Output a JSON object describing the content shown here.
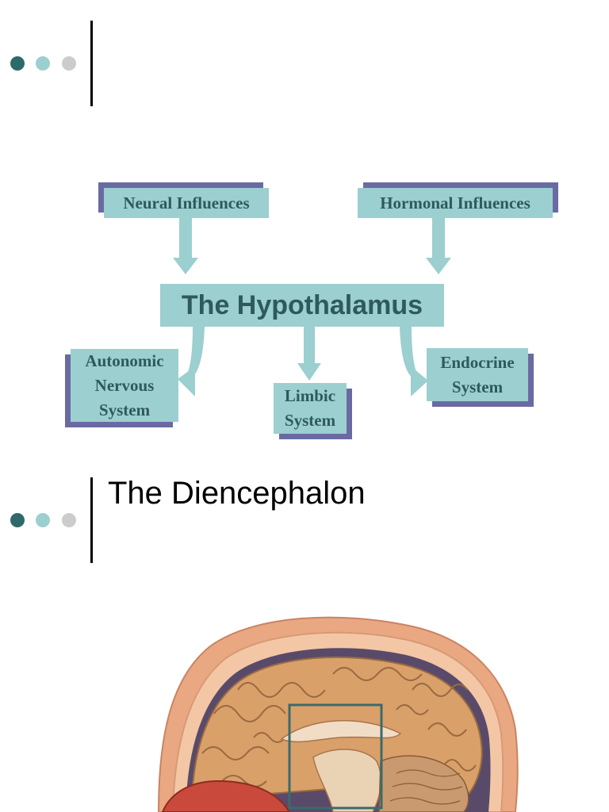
{
  "slide": {
    "title": "The Diencephalon"
  },
  "diagram": {
    "center_label": "The Hypothalamus",
    "inputs": [
      {
        "label": "Neural Influences"
      },
      {
        "label": "Hormonal Influences"
      }
    ],
    "outputs": [
      {
        "label": "Autonomic\nNervous\nSystem"
      },
      {
        "label": "Limbic\nSystem"
      },
      {
        "label": "Endocrine\nSystem"
      }
    ]
  },
  "colors": {
    "box_fill": "#9ccfcf",
    "box_shadow": "#6a6aa3",
    "box_text": "#2e5a5c",
    "dot_dark": "#2f6a6a",
    "dot_mid": "#9ccfcf",
    "dot_light": "#cccccc",
    "highlight_frame": "#3b6b6b"
  }
}
